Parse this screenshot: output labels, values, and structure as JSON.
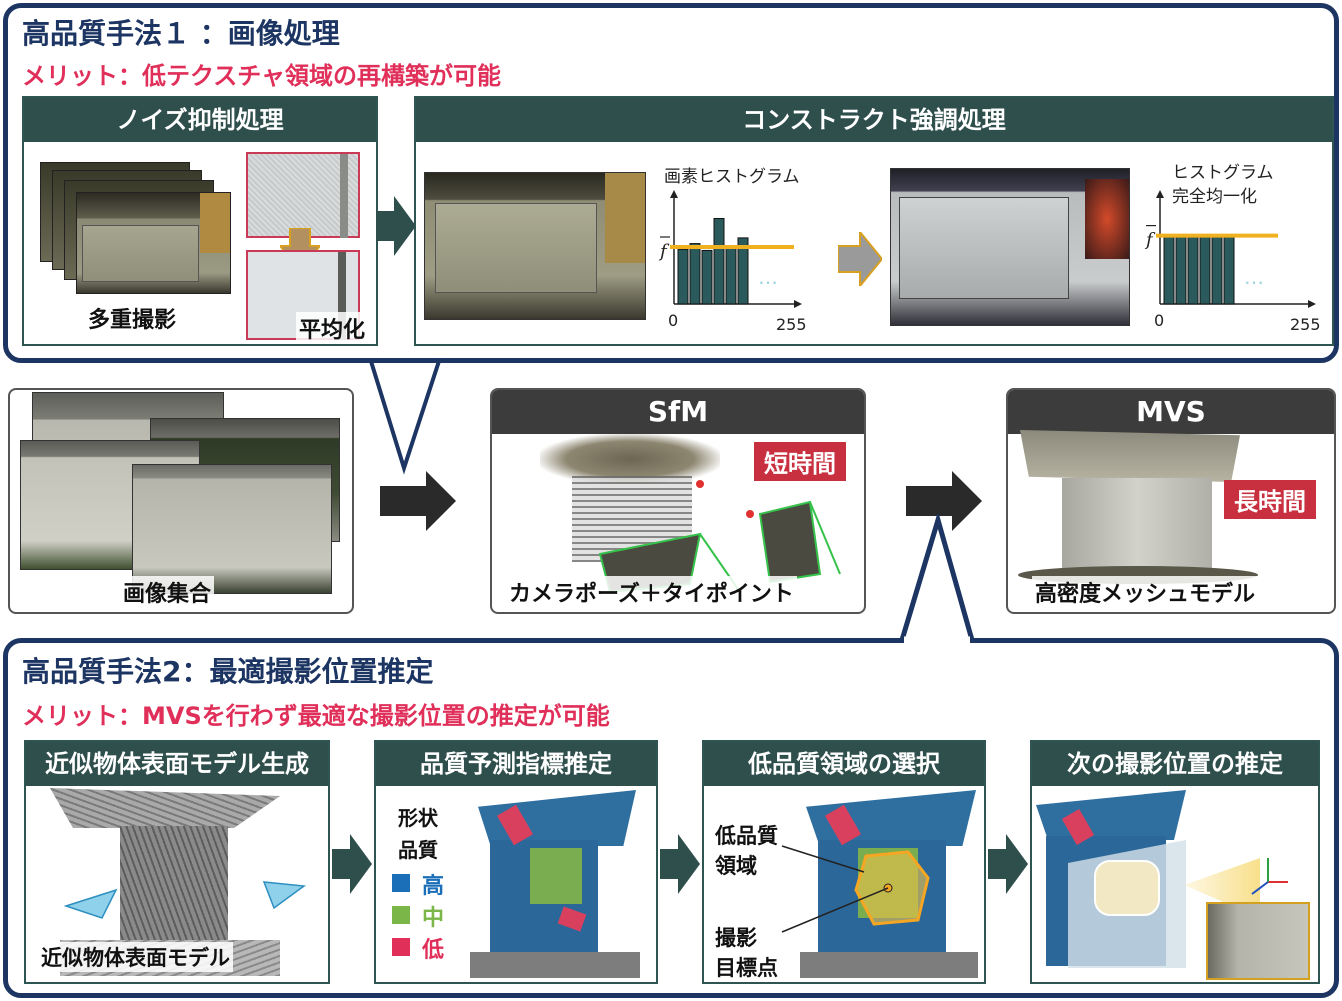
{
  "method1": {
    "title": "高品質手法１ ：画像処理",
    "merit": "メリット：低テクスチャ領域の再構築が可能",
    "noise_panel": {
      "title": "ノイズ抑制処理",
      "label_multi": "多重撮影",
      "label_average": "平均化"
    },
    "contrast_panel": {
      "title": "コンストラクト強調処理",
      "hist1_title": "画素ヒストグラム",
      "hist2_title_line1": "ヒストグラム",
      "hist2_title_line2": "完全均一化",
      "f_bar": "f",
      "axis_min": "0",
      "axis_max": "255",
      "ellipsis": "…",
      "hist1_values": [
        0.48,
        0.53,
        0.47,
        0.75,
        0.49,
        0.58
      ],
      "hist2_values": [
        0.6,
        0.6,
        0.6,
        0.6,
        0.6,
        0.6
      ],
      "hist1_mean": 0.5
    }
  },
  "pipeline": {
    "images": {
      "label": "画像集合"
    },
    "sfm": {
      "title": "SfM",
      "badge": "短時間",
      "label": "カメラポーズ＋タイポイント"
    },
    "mvs": {
      "title": "MVS",
      "badge": "長時間",
      "label": "高密度メッシュモデル"
    }
  },
  "method2": {
    "title": "高品質手法2：最適撮影位置推定",
    "merit": "メリット：MVSを行わず最適な撮影位置の推定が可能",
    "steps": [
      {
        "title": "近似物体表面モデル生成",
        "label": "近似物体表面モデル"
      },
      {
        "title": "品質予測指標推定",
        "legend_title_1": "形状",
        "legend_title_2": "品質",
        "legend_high": "高",
        "legend_mid": "中",
        "legend_low": "低"
      },
      {
        "title": "低品質領域の選択",
        "label_region_1": "低品質",
        "label_region_2": "領域",
        "label_target_1": "撮影",
        "label_target_2": "目標点"
      },
      {
        "title": "次の撮影位置の推定"
      }
    ]
  },
  "colors": {
    "frame": "#1d3563",
    "merit": "#e0305a",
    "panel_header": "#2f4f4d",
    "box_header": "#3c3c3c",
    "badge": "#c8303f",
    "hist_bar": "#2a5a5c",
    "mean_line": "#f0b020",
    "legend_high": "#1a6fb8",
    "legend_mid": "#7ab648",
    "legend_low": "#e0305a"
  }
}
